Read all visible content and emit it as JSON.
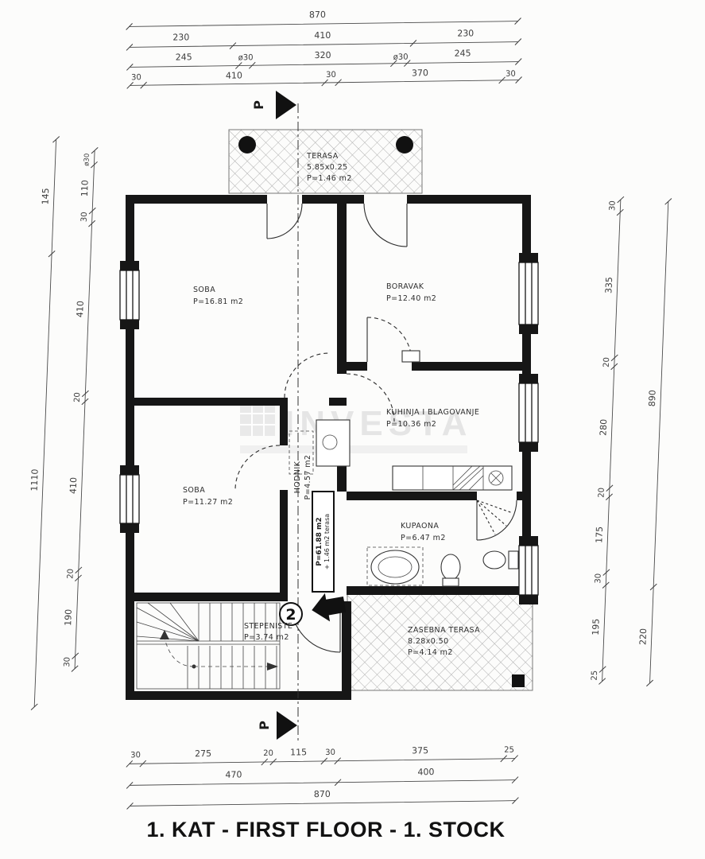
{
  "title": "1. KAT - FIRST FLOOR - 1. STOCK",
  "watermark": {
    "text": "INVESTA"
  },
  "markers": {
    "section": "P",
    "stair_circle": "2"
  },
  "rooms": {
    "terasa": {
      "name": "TERASA",
      "dims": "5.85x0.25",
      "area": "P=1.46 m2"
    },
    "soba1": {
      "name": "SOBA",
      "area": "P=16.81 m2"
    },
    "boravak": {
      "name": "BORAVAK",
      "area": "P=12.40 m2"
    },
    "kuhinja": {
      "name": "KUHINJA I BLAGOVANJE",
      "area": "P=10.36 m2"
    },
    "hodnik": {
      "name": "HODNIK",
      "area": "P=4.57 m2"
    },
    "soba2": {
      "name": "SOBA",
      "area": "P=11.27 m2"
    },
    "kupaona": {
      "name": "KUPAONA",
      "area": "P=6.47 m2"
    },
    "stepeniste": {
      "name": "STEPENISTE",
      "area": "P=3.74 m2"
    },
    "zasebna": {
      "name": "ZASEBNA TERASA",
      "dims": "8.28x0.50",
      "area": "P=4.14 m2"
    }
  },
  "total": {
    "line1": "P=61.88 m2",
    "line2": "+ 1.46 m2 terasa"
  },
  "dims": {
    "top1": [
      "870"
    ],
    "top2": [
      "230",
      "410",
      "230"
    ],
    "top3": [
      "245",
      "ø30",
      "320",
      "ø30",
      "245"
    ],
    "top4": [
      "30",
      "410",
      "30",
      "370",
      "30"
    ],
    "bottom1": [
      "30",
      "275",
      "20",
      "115",
      "30",
      "375",
      "25"
    ],
    "bottom2": [
      "470",
      "400"
    ],
    "bottom3": [
      "870"
    ],
    "left_outer": [
      "145",
      "1110"
    ],
    "left_inner": [
      "ø30",
      "110",
      "30",
      "410",
      "20",
      "410",
      "20",
      "190",
      "30"
    ],
    "right_inner": [
      "30",
      "335",
      "20",
      "280",
      "20",
      "175",
      "30",
      "195",
      "25"
    ],
    "right_outer": [
      "890",
      "220"
    ]
  }
}
